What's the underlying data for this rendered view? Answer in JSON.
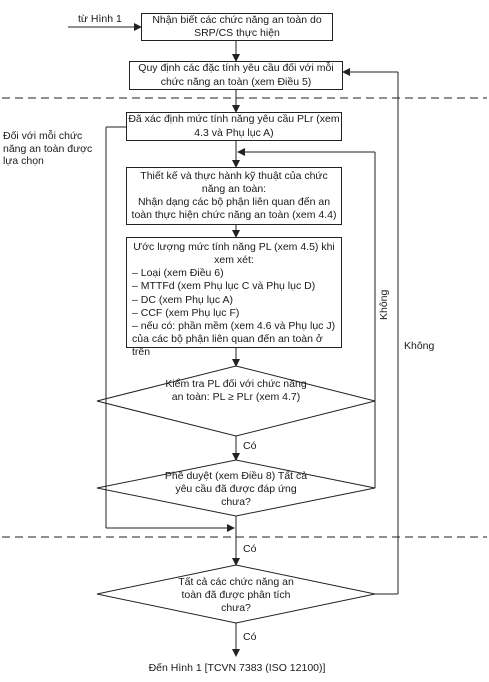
{
  "entry_label": "từ Hình 1",
  "steps": {
    "identify": "Nhận biết các chức năng an toàn do SRP/CS thực hiện",
    "specify": "Quy định các đặc tính yêu cầu đối với mỗi chức năng an toàn (xem Điều 5)",
    "determine_plr": "Đã xác định mức tính năng yêu cầu PLr (xem 4.3 và Phụ lục A)",
    "design_line1": "Thiết kế và thực hành kỹ thuật của chức năng an toàn:",
    "design_line2": "Nhận dạng các bộ phận liên quan đến an toàn thực hiện chức năng an toàn (xem 4.4)",
    "estimate_title": "Ước lượng mức tính năng PL (xem 4.5) khi xem xét:",
    "estimate_items": [
      "– Loại (xem Điều 6)",
      "– MTTFd (xem Phụ lục C và Phụ lục D)",
      "– DC (xem Phụ lục A)",
      "– CCF (xem Phụ lục F)",
      "– nếu có: phần mềm (xem 4.6 và Phụ lục J)"
    ],
    "estimate_footer": "của các bộ phận liên quan đến an toàn ở trên"
  },
  "decisions": {
    "verify_pl": "Kiểm tra PL đối với chức năng an toàn: PL ≥ PLr (xem 4.7)",
    "validate": "Phê duyệt (xem Điều 8) Tất cả yêu cầu đã được đáp ứng chưa?",
    "all_analyzed": "Tất cả các chức năng an toàn đã được phân tích chưa?"
  },
  "labels": {
    "yes1": "Có",
    "yes2": "Có",
    "yes3": "Có",
    "no_inner": "Không",
    "no_outer": "Không",
    "per_function": "Đối với mỗi chức năng an toàn được lựa chọn"
  },
  "exit_label": "Đến Hình 1 [TCVN 7383 (ISO 12100)]"
}
